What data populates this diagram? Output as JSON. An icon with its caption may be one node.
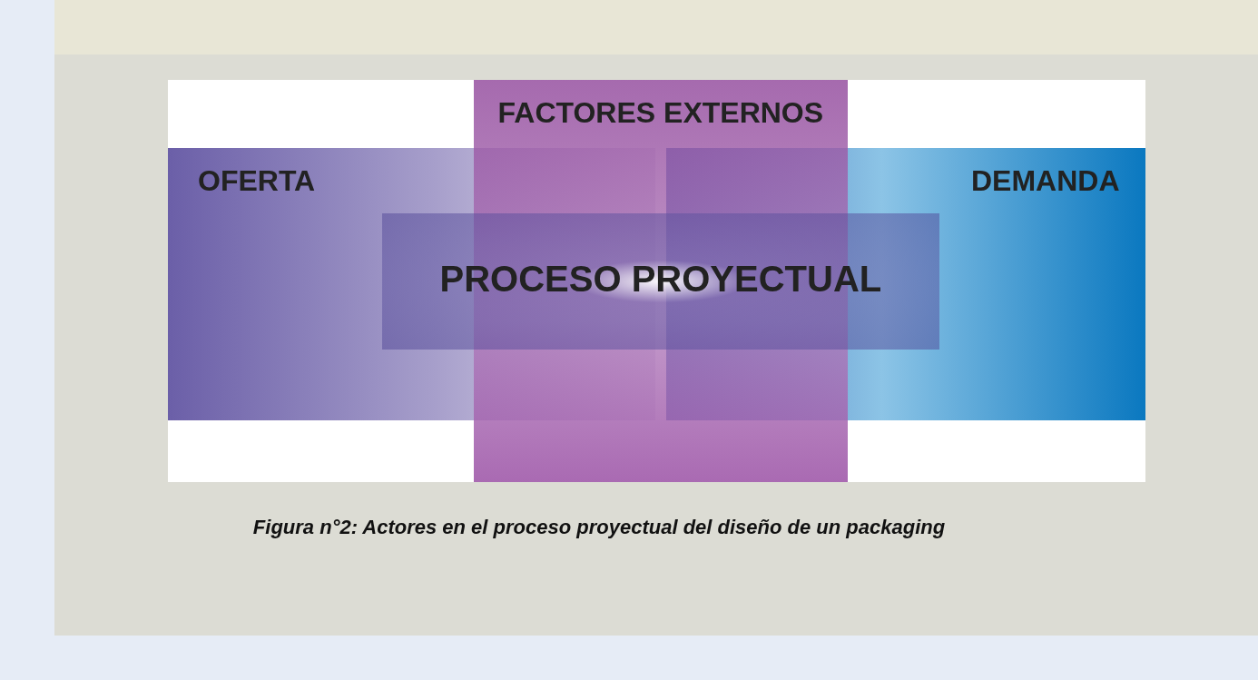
{
  "diagram": {
    "caption": "Figura n°2: Actores en el proceso proyectual del diseño de un packaging",
    "nodes": [
      {
        "text": [
          "FACTORES EXTERNOS"
        ]
      },
      {
        "text": [
          "OFERTA"
        ]
      },
      {
        "text": [
          "DEMANDA"
        ]
      },
      {
        "text": [
          "PROCESO PROYECTUAL"
        ]
      }
    ]
  }
}
